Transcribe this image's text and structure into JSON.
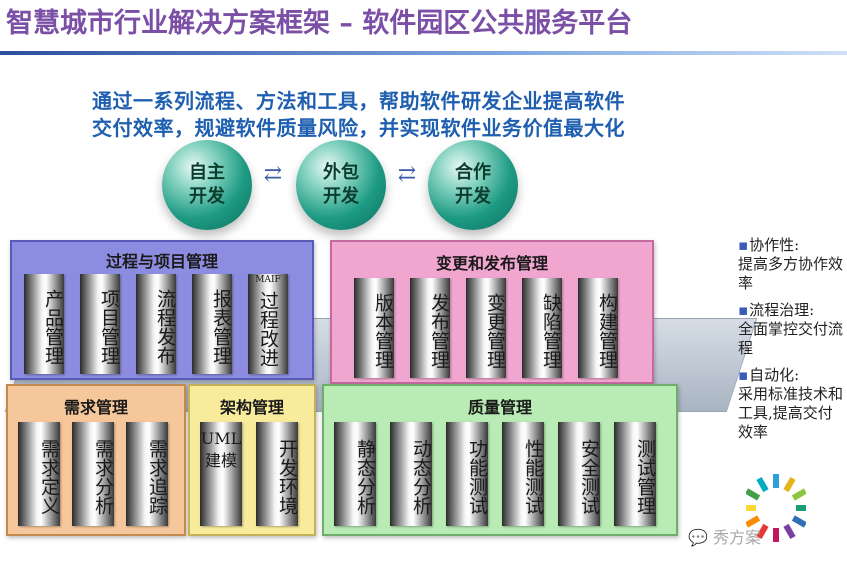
{
  "title": "智慧城市行业解决方案框架 – 软件园区公共服务平台",
  "subtitle": [
    "通过一系列流程、方法和工具，帮助软件研发企业提高软件",
    "交付效率，规避软件质量风险，并实现软件业务价值最大化"
  ],
  "spheres": [
    "自主\n开发",
    "外包\n开发",
    "合作\n开发"
  ],
  "panels": {
    "process": {
      "title": "过程与项目管理",
      "items": [
        "产品管理",
        "项目管理",
        "流程发布",
        "报表管理",
        "过程改进"
      ],
      "tiny": "MAIF"
    },
    "change": {
      "title": "变更和发布管理",
      "items": [
        "版本管理",
        "发布管理",
        "变更管理",
        "缺陷管理",
        "构建管理"
      ]
    },
    "requirements": {
      "title": "需求管理",
      "items": [
        "需求定义",
        "需求分析",
        "需求追踪"
      ]
    },
    "architecture": {
      "title": "架构管理",
      "items": [
        "UML建模",
        "开发环境"
      ]
    },
    "quality": {
      "title": "质量管理",
      "items": [
        "静态分析",
        "动态分析",
        "功能测试",
        "性能测试",
        "安全测试",
        "测试管理"
      ]
    }
  },
  "bullets": [
    {
      "head": "协作性:",
      "body": "提高多方协作效率"
    },
    {
      "head": "流程治理:",
      "body": "全面掌控交付流程"
    },
    {
      "head": "自动化:",
      "body": "采用标准技术和工具,提高交付效率"
    }
  ],
  "watermark": "秀方案",
  "colors": {
    "title": "#7b4fa6",
    "subtitle": "#1f5fb0",
    "process": "#8c8de0",
    "change": "#f1a6d0",
    "requirements": "#f7c79c",
    "architecture": "#f8ec9c",
    "quality": "#b8ecb4"
  }
}
